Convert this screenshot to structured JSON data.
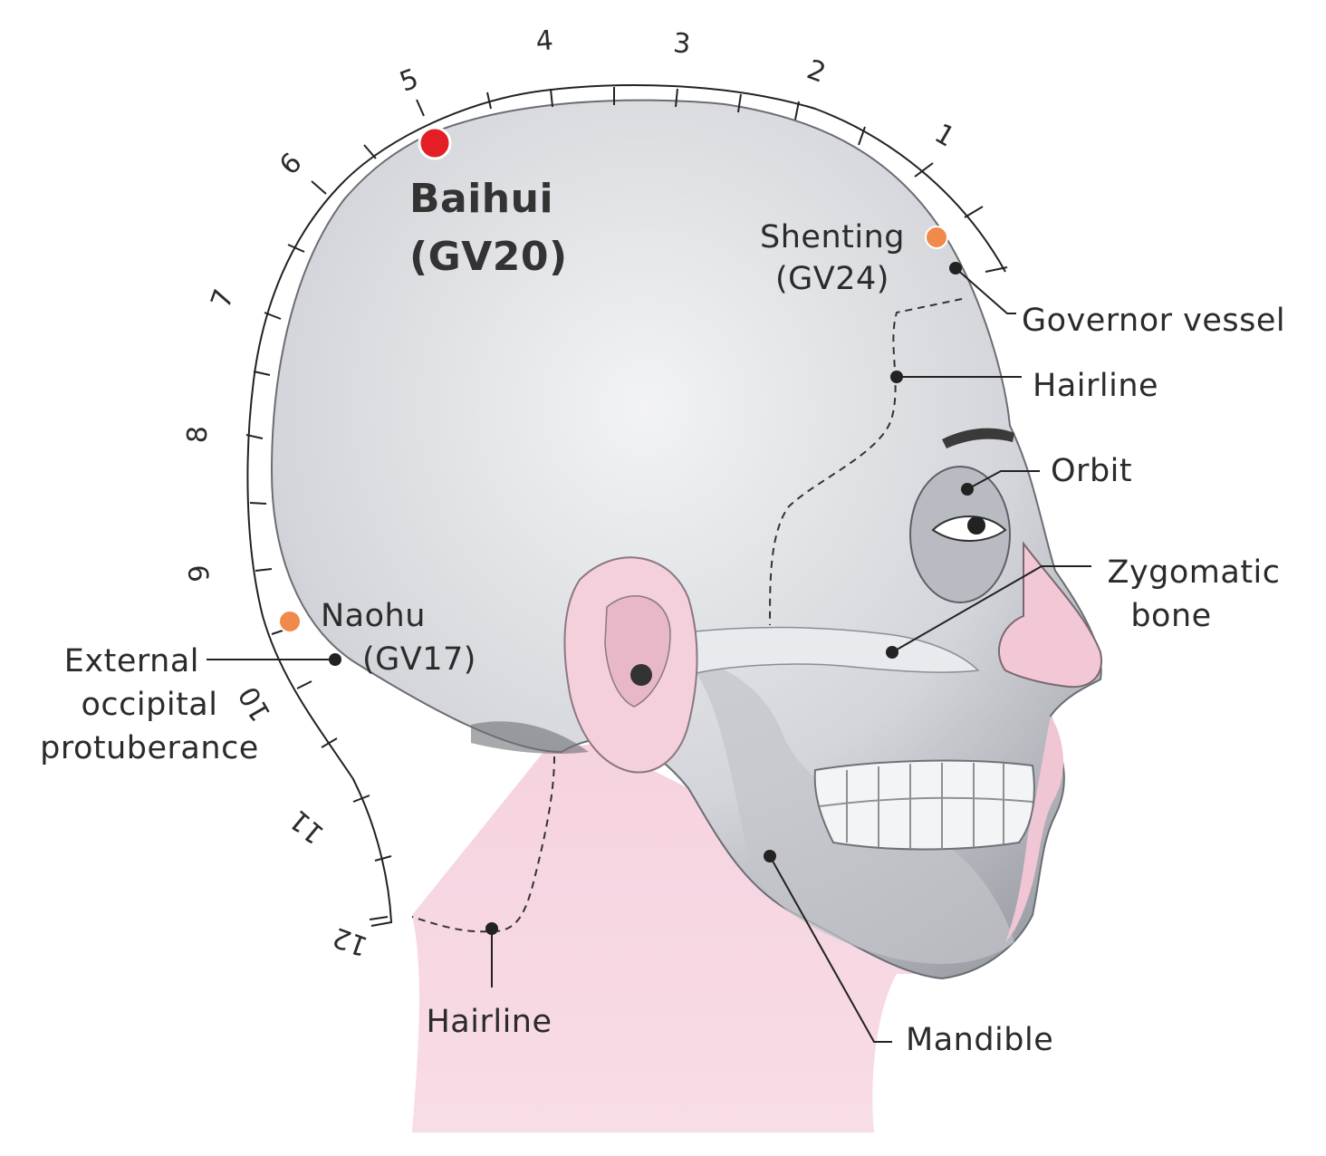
{
  "colors": {
    "point_primary": "#e31e25",
    "point_secondary": "#f08a4b",
    "skin_pink": "#f4cfdc",
    "skull_grey": "#c9cbd0",
    "line": "#222222"
  },
  "scale": {
    "ticks": [
      "1",
      "2",
      "3",
      "4",
      "5",
      "6",
      "7",
      "8",
      "9",
      "10",
      "11",
      "12"
    ]
  },
  "points": {
    "baihui": {
      "name": "Baihui",
      "code": "(GV20)"
    },
    "shenting": {
      "name": "Shenting",
      "code": "(GV24)"
    },
    "naohu": {
      "name": "Naohu",
      "code": "(GV17)"
    }
  },
  "labels": {
    "governor_vessel": "Governor vessel",
    "hairline_front": "Hairline",
    "orbit": "Orbit",
    "zygomatic_1": "Zygomatic",
    "zygomatic_2": "bone",
    "external_1": "External",
    "external_2": "occipital",
    "external_3": "protuberance",
    "hairline_back": "Hairline",
    "mandible": "Mandible"
  }
}
